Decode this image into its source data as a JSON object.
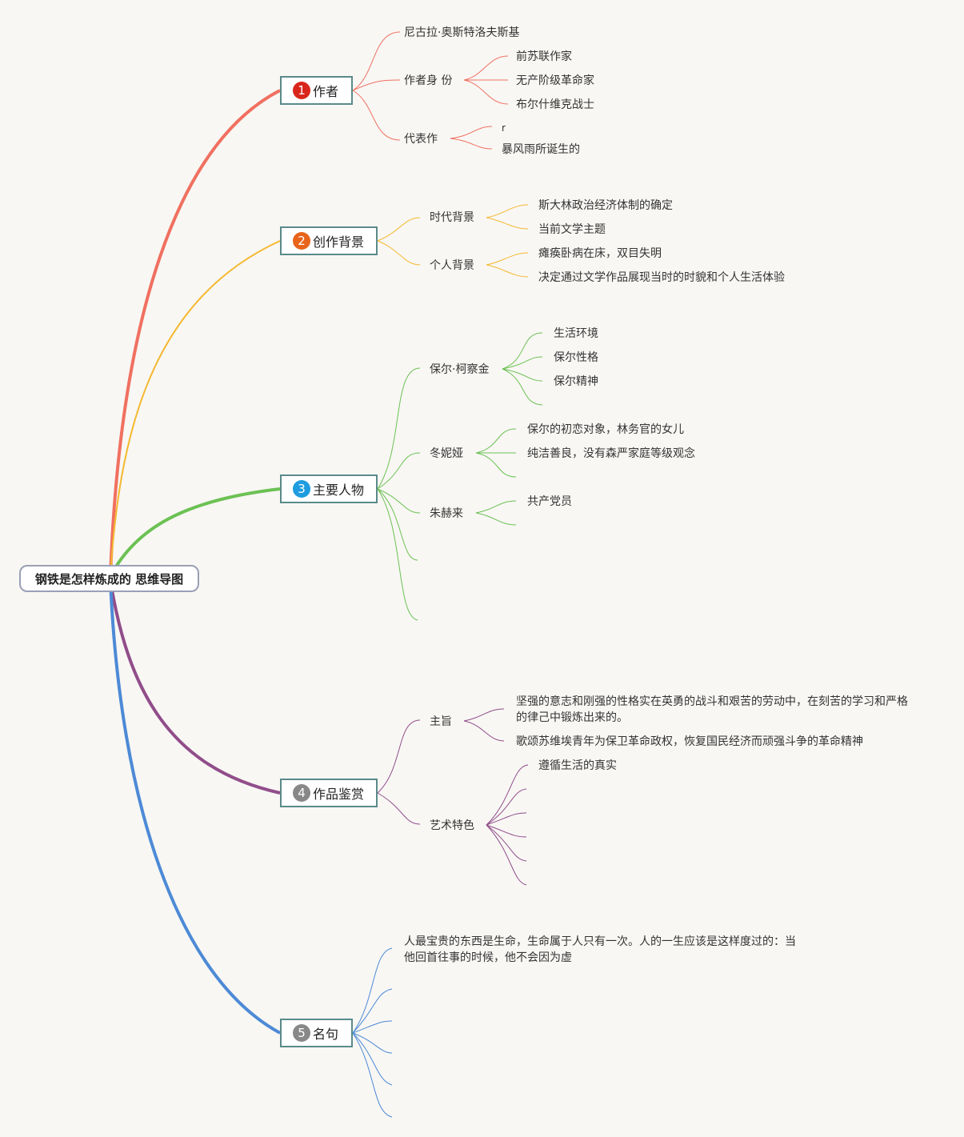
{
  "root": {
    "title": "钢铁是怎样炼成的 思维导图"
  },
  "colors": {
    "author": "#f07060",
    "background": "#f5b82e",
    "characters": "#6cc153",
    "appreciation": "#914d8a",
    "quotes": "#4d8ad6"
  },
  "branches": [
    {
      "num": "1",
      "label": "作者",
      "badge_color": "#d9261c"
    },
    {
      "num": "2",
      "label": "创作背景",
      "badge_color": "#e8641b"
    },
    {
      "num": "3",
      "label": "主要人物",
      "badge_color": "#1f9ce0"
    },
    {
      "num": "4",
      "label": "作品鉴赏",
      "badge_color": "#888888"
    },
    {
      "num": "5",
      "label": "名句",
      "badge_color": "#888888"
    }
  ],
  "author": {
    "name": "尼古拉·奥斯特洛夫斯基",
    "identity_label": "作者身 份",
    "identities": [
      "前苏联作家",
      "无产阶级革命家",
      "布尔什维克战士"
    ],
    "works_label": "代表作",
    "works": [
      "r",
      "暴风雨所诞生的"
    ]
  },
  "background": {
    "era_label": "时代背景",
    "era": [
      "斯大林政治经济体制的确定",
      "当前文学主题"
    ],
    "personal_label": "个人背景",
    "personal": [
      "瘫痪卧病在床，双目失明",
      "决定通过文学作品展现当时的时貌和个人生活体验"
    ]
  },
  "characters": {
    "paul_label": "保尔·柯察金",
    "paul": [
      "生活环境",
      "保尔性格",
      "保尔精神"
    ],
    "tonya_label": "冬妮娅",
    "tonya": [
      "保尔的初恋对象，林务官的女儿",
      "纯洁善良，没有森严家庭等级观念"
    ],
    "zhuhelai_label": "朱赫来",
    "zhuhelai": [
      "共产党员"
    ]
  },
  "appreciation": {
    "theme_label": "主旨",
    "theme": [
      "坚强的意志和刚强的性格实在英勇的战斗和艰苦的劳动中，在刻苦的学习和严格的律己中锻炼出来的。",
      "歌颂苏维埃青年为保卫革命政权，恢复国民经济而顽强斗争的革命精神"
    ],
    "art_label": "艺术特色",
    "art": [
      "遵循生活的真实"
    ]
  },
  "quotes": {
    "items": [
      "人最宝贵的东西是生命，生命属于人只有一次。人的一生应该是这样度过的：当他回首往事的时候，他不会因为虚"
    ]
  }
}
